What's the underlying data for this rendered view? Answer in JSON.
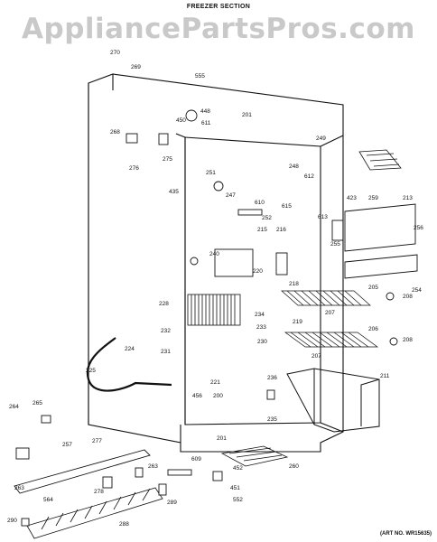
{
  "section_title": "FREEZER SECTION",
  "watermark_text": "AppliancePartsPros.com",
  "art_number": "(ART NO. WR15635)",
  "colors": {
    "line": "#111111",
    "watermark": "#c9c9c9",
    "background": "#ffffff"
  },
  "part_labels": [
    "270",
    "269",
    "555",
    "448",
    "201",
    "450",
    "611",
    "268",
    "249",
    "275",
    "276",
    "251",
    "248",
    "612",
    "435",
    "247",
    "615",
    "610",
    "252",
    "423",
    "259",
    "213",
    "613",
    "256",
    "216",
    "215",
    "255",
    "240",
    "220",
    "218",
    "254",
    "205",
    "208",
    "228",
    "234",
    "233",
    "219",
    "207",
    "232",
    "230",
    "206",
    "224",
    "231",
    "221",
    "225",
    "200",
    "236",
    "211",
    "456",
    "264",
    "265",
    "235",
    "257",
    "277",
    "201",
    "609",
    "452",
    "260",
    "263",
    "278",
    "263",
    "451",
    "552",
    "564",
    "289",
    "290",
    "288",
    "207",
    "208"
  ]
}
